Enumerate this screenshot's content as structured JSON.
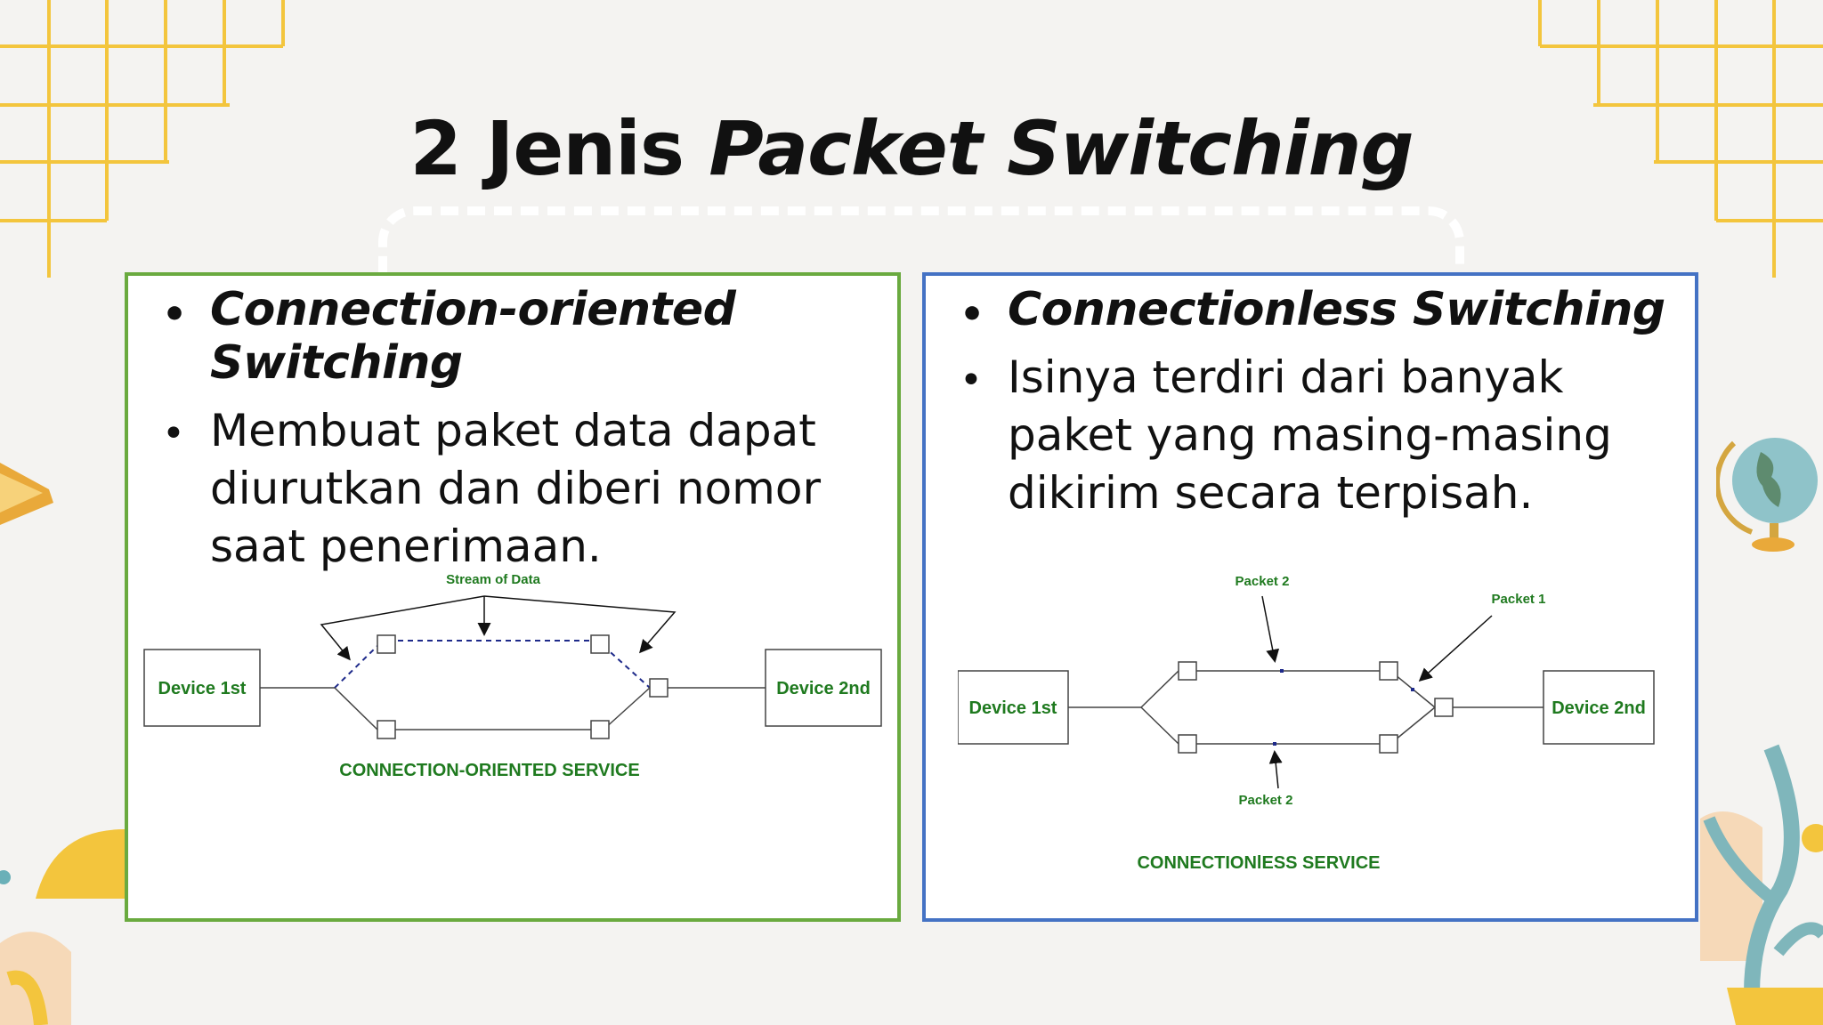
{
  "slide": {
    "title_plain": "2 Jenis ",
    "title_italic": "Packet Switching"
  },
  "left_panel": {
    "heading": "Connection-oriented Switching",
    "description": "Membuat paket data dapat diurutkan dan diberi nomor saat penerimaan.",
    "diagram": {
      "device_left": "Device 1st",
      "device_right": "Device 2nd",
      "stream_label": "Stream of Data",
      "caption": "CONNECTION-ORIENTED SERVICE"
    }
  },
  "right_panel": {
    "heading": "Connectionless Switching",
    "description": "Isinya terdiri dari banyak paket yang masing-masing dikirim secara terpisah.",
    "diagram": {
      "device_left": "Device 1st",
      "device_right": "Device 2nd",
      "packet_top_label": "Packet 2",
      "packet_right_label": "Packet 1",
      "packet_bottom_label": "Packet 2",
      "caption": "CONNECTIONlESS SERVICE"
    }
  },
  "colors": {
    "background": "#f4f3f1",
    "left_border": "#6aaa3f",
    "right_border": "#4472c4",
    "diagram_text_green": "#1f7a1f",
    "grid_yellow": "#f3c53d",
    "dashed_path_blue": "#1e2a8a"
  },
  "decorations": [
    "grid-lines-top-left",
    "grid-lines-top-right",
    "book-icon",
    "globe-icon",
    "plant-illustration",
    "abstract-shapes"
  ]
}
